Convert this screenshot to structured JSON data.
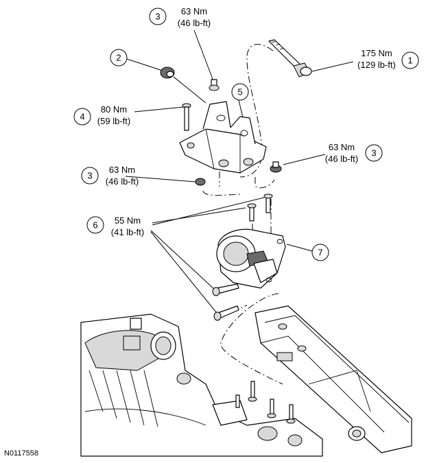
{
  "figure_id": "N0117558",
  "callouts": [
    {
      "number": "1",
      "torque_nm": "175 Nm",
      "torque_lbft": "(129 lb-ft)"
    },
    {
      "number": "2"
    },
    {
      "number": "3",
      "torque_nm": "63 Nm",
      "torque_lbft": "(46 lb-ft)"
    },
    {
      "number": "3",
      "torque_nm": "63 Nm",
      "torque_lbft": "(46 lb-ft)"
    },
    {
      "number": "3",
      "torque_nm": "63 Nm",
      "torque_lbft": "(46 lb-ft)"
    },
    {
      "number": "4",
      "torque_nm": "80 Nm",
      "torque_lbft": "(59 lb-ft)"
    },
    {
      "number": "5"
    },
    {
      "number": "6",
      "torque_nm": "55 Nm",
      "torque_lbft": "(41 lb-ft)"
    },
    {
      "number": "7"
    }
  ]
}
